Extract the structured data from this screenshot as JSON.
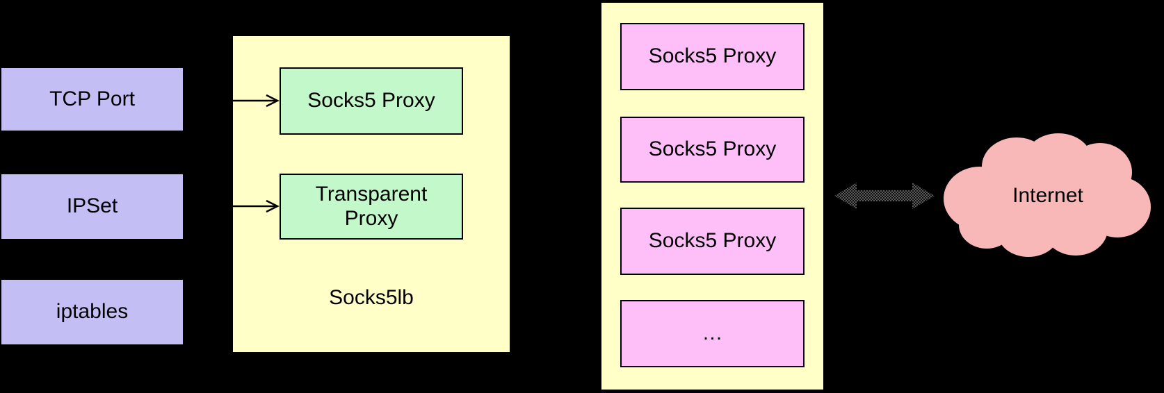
{
  "diagram": {
    "inputs": [
      {
        "label": "TCP Port"
      },
      {
        "label": "IPSet"
      },
      {
        "label": "iptables"
      }
    ],
    "lb": {
      "title": "Socks5lb",
      "nodes": [
        {
          "label": "Socks5 Proxy"
        },
        {
          "label": "Transparent Proxy"
        }
      ]
    },
    "pool": {
      "nodes": [
        {
          "label": "Socks5 Proxy"
        },
        {
          "label": "Socks5 Proxy"
        },
        {
          "label": "Socks5 Proxy"
        },
        {
          "label": "…"
        }
      ]
    },
    "cloud": {
      "label": "Internet"
    },
    "connections": [
      {
        "from": "TCP Port",
        "to": "Socks5 Proxy",
        "bidirectional": false
      },
      {
        "from": "IPSet",
        "to": "Transparent Proxy",
        "bidirectional": false
      },
      {
        "from": "Socks5 Proxy pool",
        "to": "Internet",
        "bidirectional": true
      }
    ],
    "colors": {
      "background": "#000000",
      "input_fill": "#c3bef3",
      "container_fill": "#ffffc7",
      "lb_node_fill": "#c3f8ca",
      "pool_node_fill": "#febff9",
      "cloud_fill": "#f9b8b8",
      "border": "#000000",
      "arrow": "#000000",
      "big_arrow": "#3a3a3a",
      "text": "#000000"
    }
  }
}
